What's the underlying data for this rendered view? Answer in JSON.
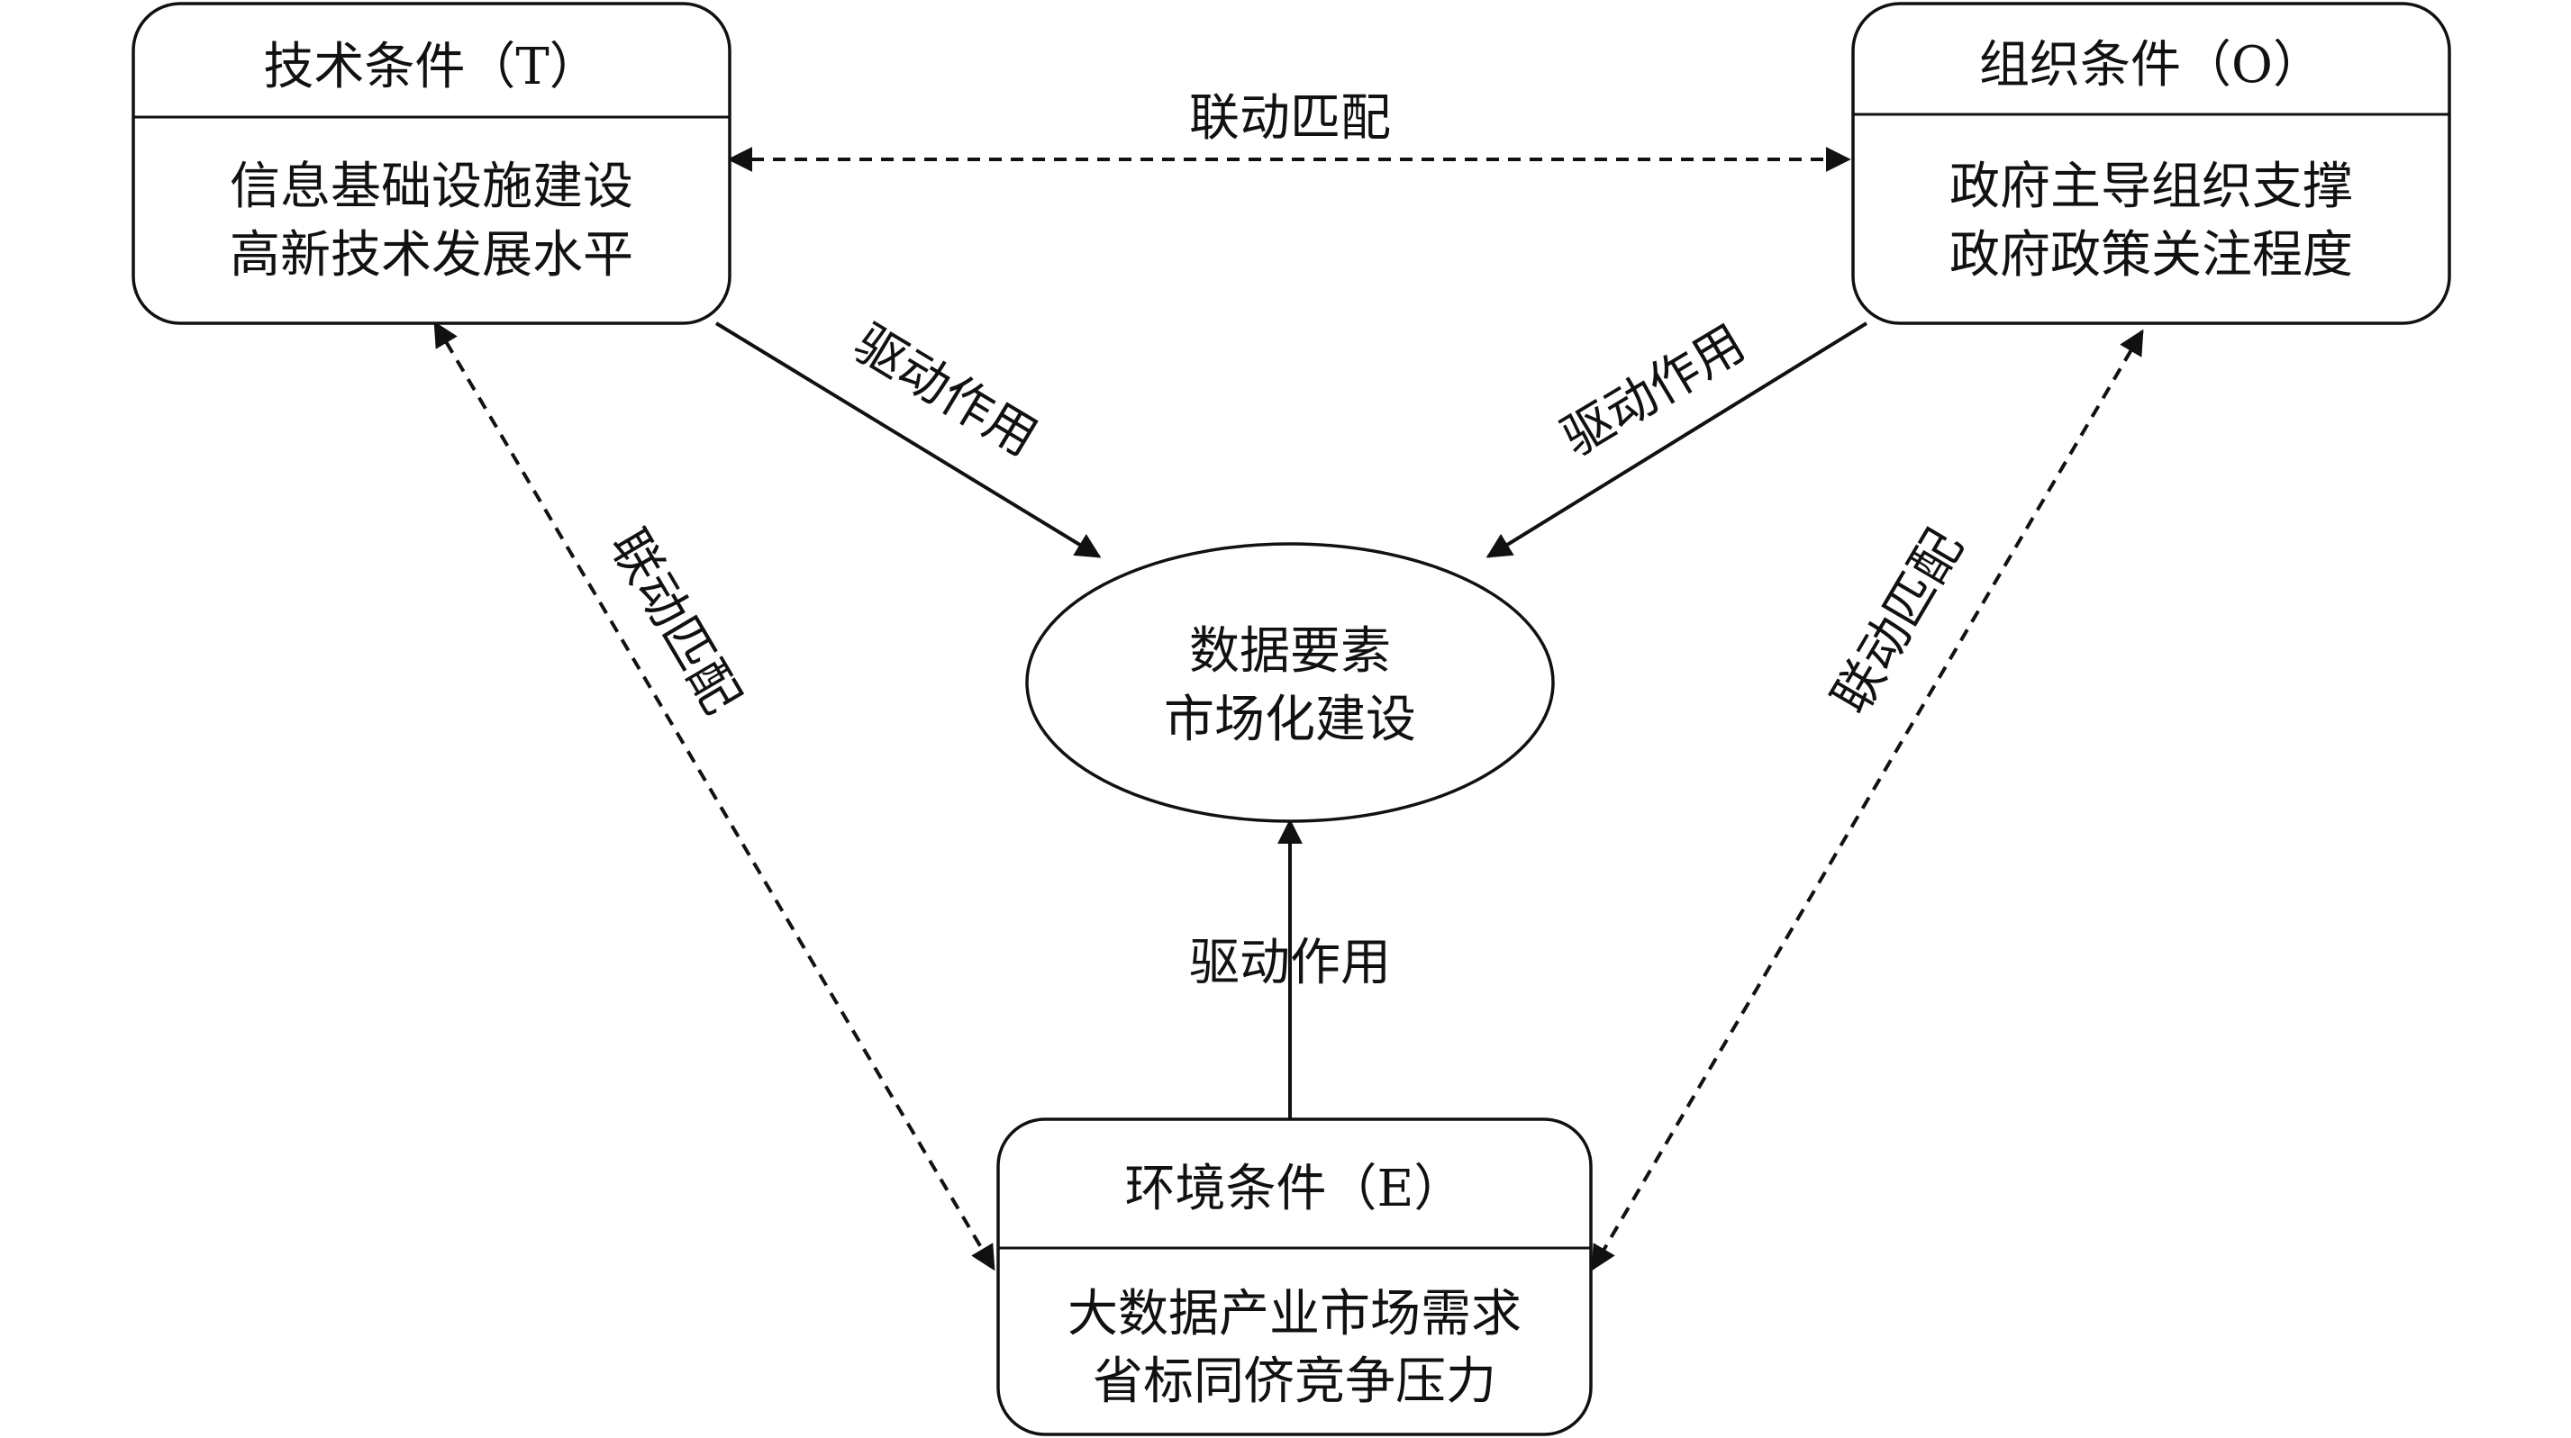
{
  "nodes": {
    "tech": {
      "title": "技术条件（T）",
      "line1": "信息基础设施建设",
      "line2": "高新技术发展水平"
    },
    "org": {
      "title": "组织条件（O）",
      "line1": "政府主导组织支撑",
      "line2": "政府政策关注程度"
    },
    "env": {
      "title": "环境条件（E）",
      "line1": "大数据产业市场需求",
      "line2": "省标同侪竞争压力"
    },
    "center": {
      "line1": "数据要素",
      "line2": "市场化建设"
    }
  },
  "edges": {
    "tech_org": "联动匹配",
    "tech_env": "联动匹配",
    "org_env": "联动匹配",
    "tech_center": "驱动作用",
    "org_center": "驱动作用",
    "env_center": "驱动作用"
  }
}
